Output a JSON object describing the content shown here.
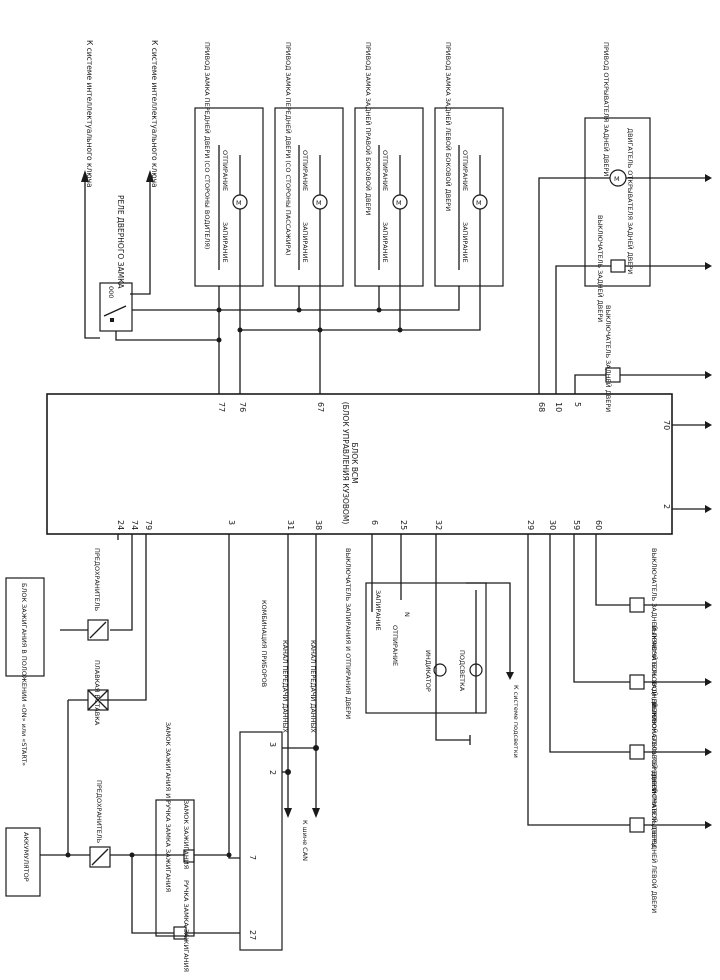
{
  "bcm": {
    "title": "БЛОК BCM",
    "subtitle": "(БЛОК УПРАВЛЕНИЯ КУЗОВОМ)",
    "pins_top": [
      "77",
      "76",
      "67",
      "68",
      "10",
      "5"
    ],
    "pins_right": [
      "70",
      "2"
    ],
    "pins_bottom": [
      "24",
      "74",
      "79",
      "3",
      "31",
      "38",
      "6",
      "25",
      "32",
      "29",
      "30",
      "59",
      "60"
    ]
  },
  "targets": {
    "intel_key_1": "К системе интеллектуального ключа",
    "intel_key_2": "К системе интеллектуального ключа",
    "backlight": "К системе подсветки",
    "can": "К шине CAN"
  },
  "relay": {
    "label": "РЕЛЕ ДВЕРНОГО ЗАМКА"
  },
  "actuators": [
    {
      "title": "ПРИВОД ЗАМКА ПЕРЕДНЕЙ ДВЕРИ (СО СТОРОНЫ ВОДИТЕЛЯ)",
      "lock": "ЗАПИРАНИЕ",
      "unlock": "ОТПИРАНИЕ",
      "motor": "M"
    },
    {
      "title": "ПРИВОД ЗАМКА ПЕРЕДНЕЙ ДВЕРИ (СО СТОРОНЫ ПАССАЖИРА)",
      "lock": "ЗАПИРАНИЕ",
      "unlock": "ОТПИРАНИЕ",
      "motor": "M"
    },
    {
      "title": "ПРИВОД ЗАМКА ЗАДНЕЙ ПРАВОЙ БОКОВОЙ ДВЕРИ",
      "lock": "ЗАПИРАНИЕ",
      "unlock": "ОТПИРАНИЕ",
      "motor": "M"
    },
    {
      "title": "ПРИВОД ЗАМКА ЗАДНЕЙ ЛЕВОЙ БОКОВОЙ ДВЕРИ",
      "lock": "ЗАПИРАНИЕ",
      "unlock": "ОТПИРАНИЕ",
      "motor": "M"
    }
  ],
  "rear_opener": {
    "title": "ПРИВОД ОТКРЫВАТЕЛЯ ЗАДНЕЙ ДВЕРИ",
    "motor_label": "ДВИГАТЕЛЬ ОТКРЫВАТЕЛЯ ЗАДНЕЙ ДВЕРИ",
    "switch_label": "ВЫКЛЮЧАТЕЛЬ ЗАДНЕЙ ДВЕРИ",
    "motor": "M"
  },
  "rear_door_switch": "ВЫКЛЮЧАТЕЛЬ ЗАДНЕЙ ДВЕРИ",
  "door_switches": [
    "ВЫКЛЮЧАТЕЛЬ ЗАДНЕЙ ПРАВОЙ БОКОВОЙ ДВЕРИ",
    "ВЫКЛЮЧАТЕЛЬ ЗАДНЕЙ ЛЕВОЙ БОКОВОЙ ДВЕРИ",
    "ВЫКЛЮЧАТЕЛЬ ПЕРЕДНЕЙ ПРАВОЙ ДВЕРИ",
    "ВЫКЛЮЧАТЕЛЬ ПЕРЕДНЕЙ ЛЕВОЙ ДВЕРИ"
  ],
  "lock_switch": {
    "title": "ВЫКЛЮЧАТЕЛЬ ЗАПИРАНИЯ И ОТПИРАНИЯ ДВЕРИ",
    "lock": "ЗАПИРАНИЕ",
    "unlock": "ОТПИРАНИЕ",
    "indicator": "ИНДИКАТОР",
    "backlight": "ПОДСВЕТКА",
    "terminal": "N"
  },
  "combo_meter": {
    "title": "КОМБИНАЦИЯ ПРИБОРОВ",
    "channel_tx": "КАНАЛ ПЕРЕДАЧИ ДАННЫХ",
    "channel_rx": "КАНАЛ ПЕРЕДАЧИ ДАННЫХ",
    "pins": [
      "3",
      "2",
      "7",
      "27"
    ]
  },
  "ignition": {
    "block_label": "БЛОК ЗАЖИГАНИЯ В ПОЛОЖЕНИИ «ON» или «START»",
    "fuse": "ПРЕДОХРАНИТЕЛЬ",
    "fusible_link": "ПЛАВКАЯ ВСТАВКА",
    "fuse2": "ПРЕДОХРАНИТЕЛЬ",
    "battery": "АККУМУЛЯТОР"
  },
  "key_cylinder": {
    "title": "ЗАМОК ЗАЖИГАНИЯ И РУЧКА ЗАМКА ЗАЖИГАНИЯ",
    "switch1": "ЗАМОК ЗАЖИГАНИЯ",
    "switch2": "РУЧКА ЗАМКА ЗАЖИГАНИЯ"
  }
}
